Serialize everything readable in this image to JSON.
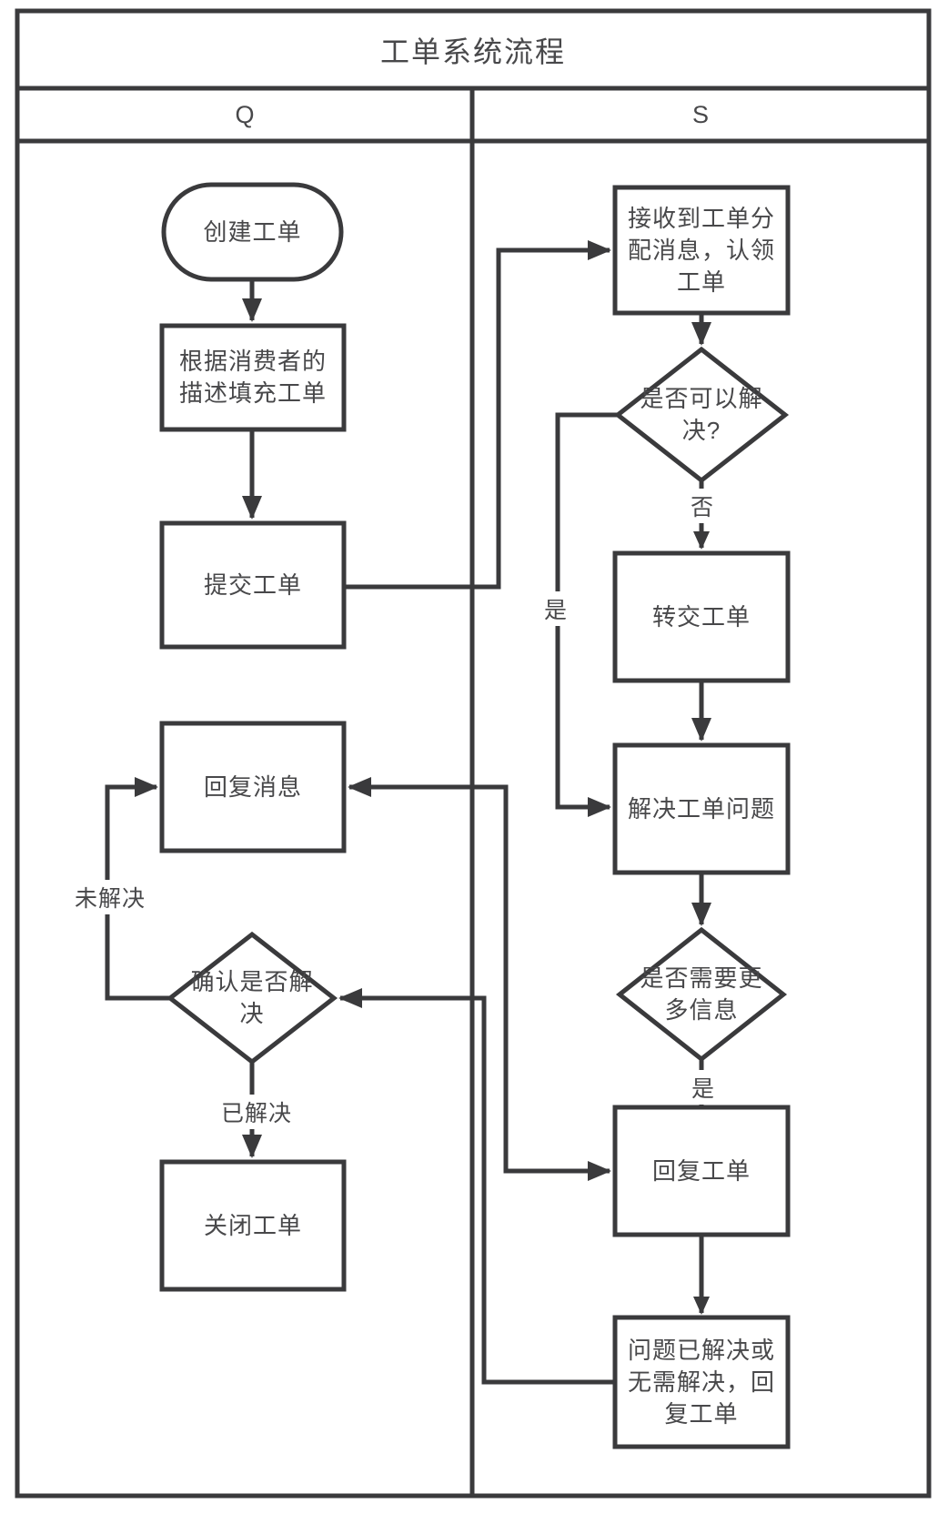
{
  "title": "工单系统流程",
  "lanes": {
    "q": "Q",
    "s": "S"
  },
  "nodes": {
    "create_ticket": {
      "label": "创建工单"
    },
    "fill_ticket": {
      "line1": "根据消费者的",
      "line2": "描述填充工单"
    },
    "submit_ticket": {
      "label": "提交工单"
    },
    "reply_message": {
      "label": "回复消息"
    },
    "confirm_resolved": {
      "line1": "确认是否解",
      "line2": "决"
    },
    "close_ticket": {
      "label": "关闭工单"
    },
    "receive_ticket": {
      "line1": "接收到工单分",
      "line2": "配消息，认领",
      "line3": "工单"
    },
    "can_resolve": {
      "line1": "是否可以解",
      "line2": "决?"
    },
    "transfer_ticket": {
      "label": "转交工单"
    },
    "resolve_issue": {
      "label": "解决工单问题"
    },
    "need_more_info": {
      "line1": "是否需要更",
      "line2": "多信息"
    },
    "reply_ticket": {
      "label": "回复工单"
    },
    "issue_resolved": {
      "line1": "问题已解决或",
      "line2": "无需解决，回",
      "line3": "复工单"
    }
  },
  "edge_labels": {
    "no": "否",
    "yes_resolve": "是",
    "yes_info": "是",
    "unresolved": "未解决",
    "resolved": "已解决"
  },
  "colors": {
    "line": "#3a3a3c",
    "text": "#48484a",
    "background": "#ffffff"
  }
}
